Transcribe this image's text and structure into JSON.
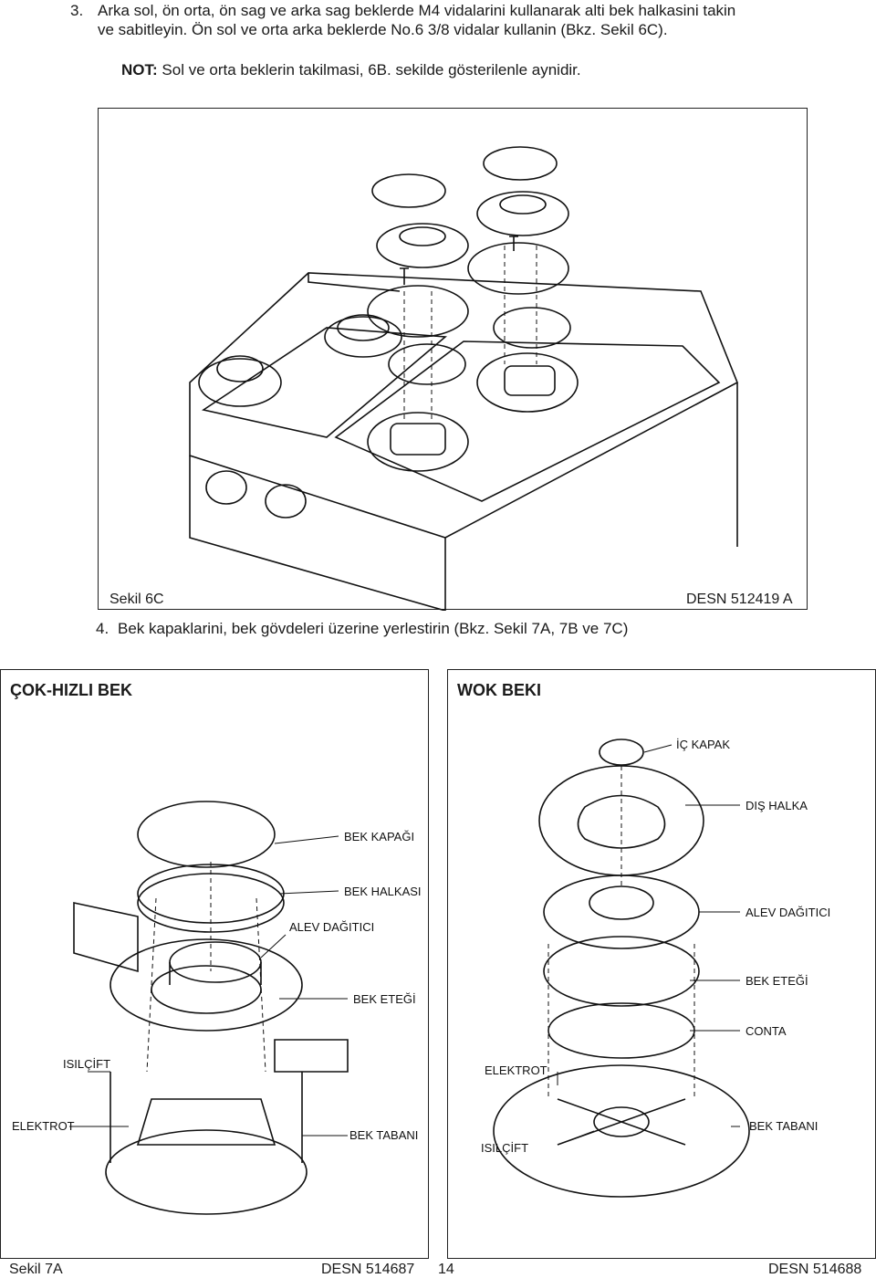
{
  "intro": {
    "step3_num": "3.",
    "step3_line1": "Arka sol, ön orta, ön sag ve arka sag beklerde M4 vidalarini kullanarak alti bek halkasini takin",
    "step3_line2": "ve sabitleyin.  Ön sol ve orta arka beklerde No.6 3/8 vidalar kullanin (Bkz. Sekil 6C).",
    "note_label": "NOT:",
    "note_text": " Sol ve orta beklerin takilmasi, 6B. sekilde gösterilenle aynidir."
  },
  "figure_6c": {
    "caption": "Sekil 6C",
    "code": "DESN 512419 A"
  },
  "step4": {
    "num": "4.",
    "text": "Bek kapaklarini, bek gövdeleri üzerine yerlestirin (Bkz. Sekil 7A, 7B ve 7C)"
  },
  "panel_left": {
    "title": "ÇOK-HIZLI BEK",
    "labels": {
      "cap": "BEK KAPAĞI",
      "ring": "BEK HALKASI",
      "spreader": "ALEV DAĞITICI",
      "skirt": "BEK ETEĞİ",
      "thermo": "ISILÇİFT",
      "electrode": "ELEKTROT",
      "base": "BEK TABANI"
    },
    "caption": "Sekil 7A",
    "code": "DESN 514687"
  },
  "panel_right": {
    "title": "WOK BEKI",
    "labels": {
      "inner_cap": "İÇ KAPAK",
      "outer_ring": "DIŞ HALKA",
      "spreader": "ALEV DAĞITICI",
      "skirt": "BEK ETEĞİ",
      "gasket": "CONTA",
      "electrode": "ELEKTROT",
      "thermo": "ISILÇİFT",
      "base": "BEK TABANI"
    },
    "code": "DESN 514688"
  },
  "page_number": "14"
}
